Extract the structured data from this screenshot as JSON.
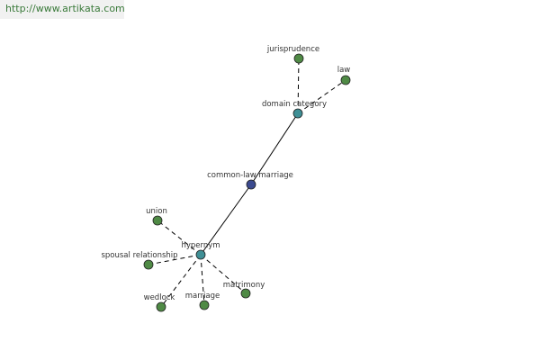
{
  "header": {
    "url": "http://www.artikata.com"
  },
  "graph": {
    "colors": {
      "center": "#3b4a8f",
      "relation": "#3f8f95",
      "leaf": "#4f8a45",
      "edge": "#000000"
    },
    "nodes": {
      "center": "common-law marriage",
      "domain_category": "domain category",
      "hypernym": "hypernym",
      "jurisprudence": "jurisprudence",
      "law": "law",
      "union": "union",
      "spousal_relationship": "spousal relationship",
      "wedlock": "wedlock",
      "marriage": "marriage",
      "matrimony": "matrimony"
    },
    "edges": [
      {
        "from": "center",
        "to": "domain_category",
        "style": "solid"
      },
      {
        "from": "center",
        "to": "hypernym",
        "style": "solid"
      },
      {
        "from": "domain_category",
        "to": "jurisprudence",
        "style": "dashed"
      },
      {
        "from": "domain_category",
        "to": "law",
        "style": "dashed"
      },
      {
        "from": "hypernym",
        "to": "union",
        "style": "dashed"
      },
      {
        "from": "hypernym",
        "to": "spousal_relationship",
        "style": "dashed"
      },
      {
        "from": "hypernym",
        "to": "wedlock",
        "style": "dashed"
      },
      {
        "from": "hypernym",
        "to": "marriage",
        "style": "dashed"
      },
      {
        "from": "hypernym",
        "to": "matrimony",
        "style": "dashed"
      }
    ]
  }
}
